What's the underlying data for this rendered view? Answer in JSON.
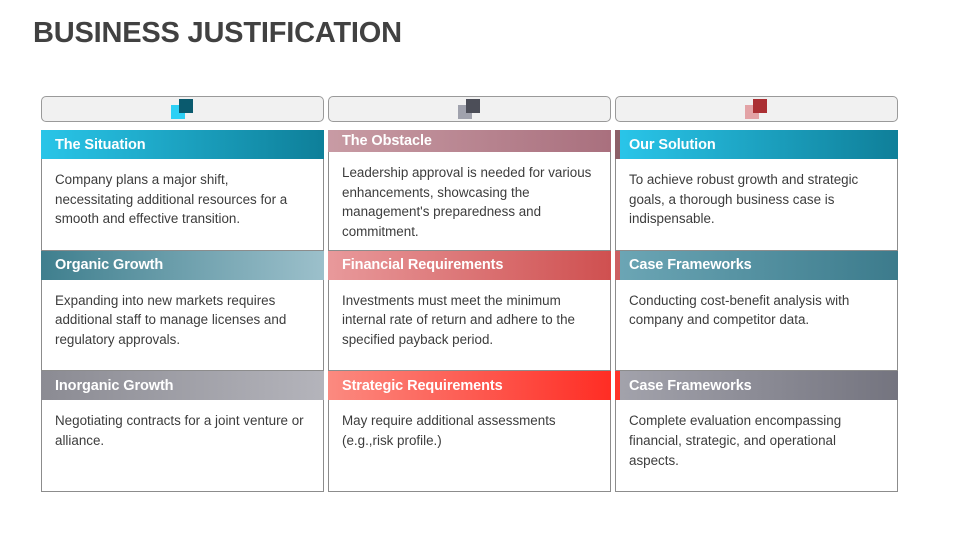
{
  "title": "BUSINESS JUSTIFICATION",
  "columns": [
    {
      "icon_name": "overlapping-squares-icon-cyan",
      "icon_back_color": "#2dd0f5",
      "icon_front_color": "#0a5a6e",
      "rows": [
        {
          "heading": "The Situation",
          "body": "Company plans a major shift, necessitating additional resources for a smooth and effective transition.",
          "gradient_from": "#29c5e8",
          "gradient_to": "#0e7f99",
          "accent_color": ""
        },
        {
          "heading": "Organic Growth",
          "body": "Expanding into new markets requires additional staff to manage licenses and regulatory approvals.",
          "gradient_from": "#3f7f8e",
          "gradient_to": "#9cc0cb",
          "accent_color": ""
        },
        {
          "heading": "Inorganic Growth",
          "body": "Negotiating contracts for a joint venture or alliance.",
          "gradient_from": "#8b8b93",
          "gradient_to": "#b4b4bb",
          "accent_color": ""
        }
      ]
    },
    {
      "icon_name": "overlapping-squares-icon-gray",
      "icon_back_color": "#a0a2ad",
      "icon_front_color": "#4c4e58",
      "rows": [
        {
          "heading": "The Obstacle",
          "body": "Leadership approval is needed for various enhancements, showcasing the management's preparedness and commitment.",
          "gradient_from": "#c89ba4",
          "gradient_to": "#a9707e",
          "accent_color": ""
        },
        {
          "heading": "Financial Requirements",
          "body": "Investments must meet the minimum internal rate of return and adhere to the specified payback period.",
          "gradient_from": "#e8999b",
          "gradient_to": "#cf5050",
          "accent_color": ""
        },
        {
          "heading": "Strategic Requirements",
          "body": "May require additional assessments (e.g.,risk profile.)",
          "gradient_from": "#fb8a80",
          "gradient_to": "#ff2d24",
          "accent_color": ""
        }
      ]
    },
    {
      "icon_name": "overlapping-squares-icon-red",
      "icon_back_color": "#e3a3a6",
      "icon_front_color": "#ab3034",
      "rows": [
        {
          "heading": "Our Solution",
          "body": "To achieve robust growth and strategic goals, a thorough business case is indispensable.",
          "gradient_from": "#2ac6ea",
          "gradient_to": "#0f7f99",
          "accent_color": "#8d6068"
        },
        {
          "heading": "Case Frameworks",
          "body": "Conducting cost-benefit analysis with company and competitor data.",
          "gradient_from": "#6ca6b5",
          "gradient_to": "#3c7b8c",
          "accent_color": "#cd6063"
        },
        {
          "heading": "Case Frameworks",
          "body": "Complete evaluation encompassing financial, strategic, and operational aspects.",
          "gradient_from": "#a3a3ac",
          "gradient_to": "#74747f",
          "accent_color": "#ff352b"
        }
      ]
    }
  ]
}
